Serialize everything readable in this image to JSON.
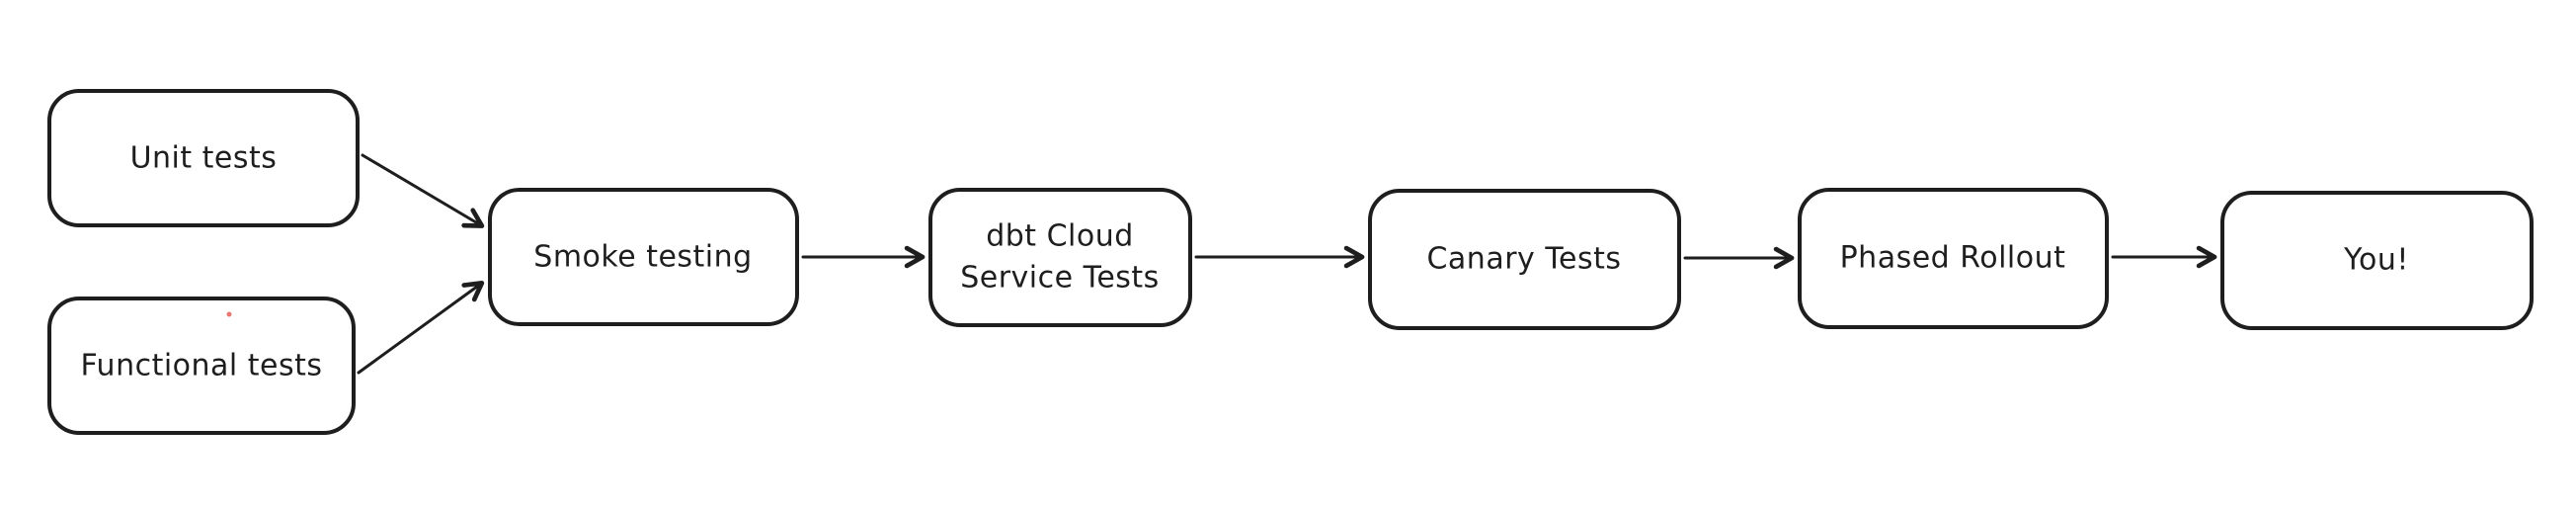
{
  "diagram": {
    "type": "flowchart",
    "style": "hand-drawn-excalidraw",
    "background_color": "#ffffff",
    "stroke_color": "#1e1e1e",
    "text_color": "#1e1e1e",
    "marker_dot_color": "#e0493f",
    "nodes": [
      {
        "id": "unit-tests",
        "lines": [
          "Unit tests"
        ]
      },
      {
        "id": "functional-tests",
        "lines": [
          "Functional tests"
        ]
      },
      {
        "id": "smoke-testing",
        "lines": [
          "Smoke testing"
        ]
      },
      {
        "id": "dbt-cloud-service-tests",
        "lines": [
          "dbt Cloud",
          "Service Tests"
        ]
      },
      {
        "id": "canary-tests",
        "lines": [
          "Canary Tests"
        ]
      },
      {
        "id": "phased-rollout",
        "lines": [
          "Phased Rollout"
        ]
      },
      {
        "id": "you",
        "lines": [
          "You!"
        ]
      }
    ],
    "edges": [
      {
        "from": "unit-tests",
        "to": "smoke-testing"
      },
      {
        "from": "functional-tests",
        "to": "smoke-testing"
      },
      {
        "from": "smoke-testing",
        "to": "dbt-cloud-service-tests"
      },
      {
        "from": "dbt-cloud-service-tests",
        "to": "canary-tests"
      },
      {
        "from": "canary-tests",
        "to": "phased-rollout"
      },
      {
        "from": "phased-rollout",
        "to": "you"
      }
    ]
  }
}
